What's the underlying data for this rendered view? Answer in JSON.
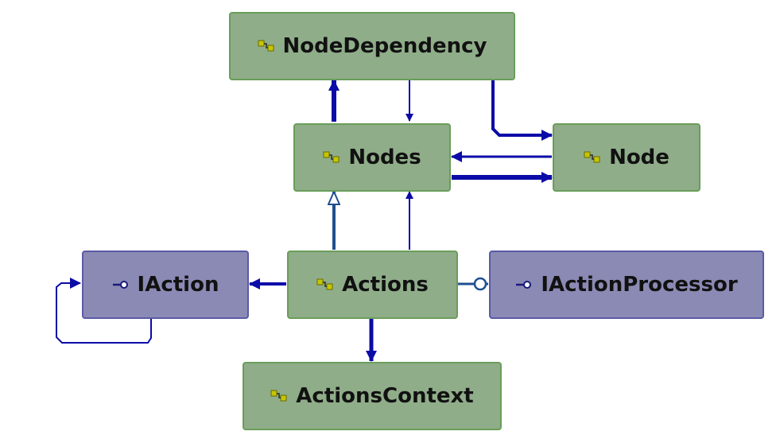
{
  "diagram": {
    "nodes": {
      "node_dependency": {
        "label": "NodeDependency",
        "kind": "class"
      },
      "nodes": {
        "label": "Nodes",
        "kind": "class"
      },
      "node": {
        "label": "Node",
        "kind": "class"
      },
      "iaction": {
        "label": "IAction",
        "kind": "interface"
      },
      "actions": {
        "label": "Actions",
        "kind": "class"
      },
      "iaction_processor": {
        "label": "IActionProcessor",
        "kind": "interface"
      },
      "actions_context": {
        "label": "ActionsContext",
        "kind": "class"
      }
    },
    "colors": {
      "class_fill": "#8fad89",
      "class_border": "#6a9d5a",
      "interface_fill": "#8a8ab4",
      "interface_border": "#5a5aa6",
      "association": "#0b0ba8",
      "inheritance": "#1f4f8f"
    },
    "icons": {
      "class": "class-icon",
      "interface": "interface-icon"
    }
  }
}
